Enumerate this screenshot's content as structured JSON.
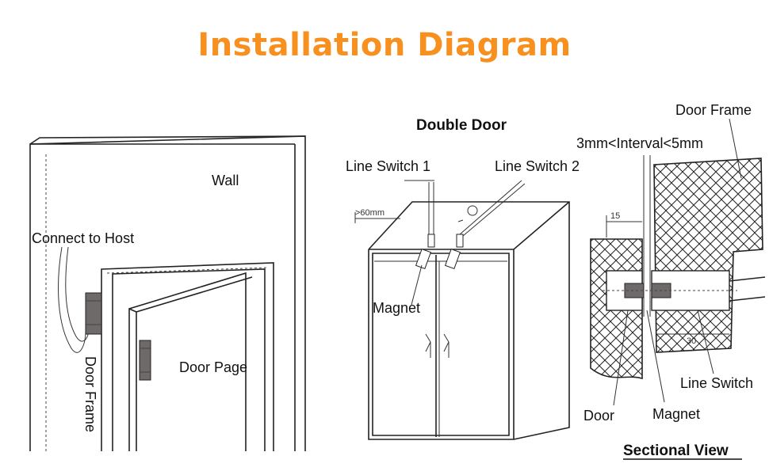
{
  "title": "Installation Diagram",
  "colors": {
    "title": "#f7901e",
    "line": "#222222",
    "magnet": "#6e6a69"
  },
  "left_view": {
    "wall": "Wall",
    "connect_to_host": "Connect to Host",
    "door_frame": "Door Frame",
    "door_page": "Door Page"
  },
  "double_door": {
    "heading": "Double Door",
    "line_switch_1": "Line Switch 1",
    "line_switch_2": "Line Switch 2",
    "magnet": "Magnet",
    "gap_note": ">60mm"
  },
  "sectional": {
    "door_frame": "Door Frame",
    "interval": "3mm<Interval<5mm",
    "dim_15": "15",
    "dim_30": "30",
    "line_switch": "Line Switch",
    "door": "Door",
    "magnet": "Magnet",
    "caption": "Sectional View"
  }
}
